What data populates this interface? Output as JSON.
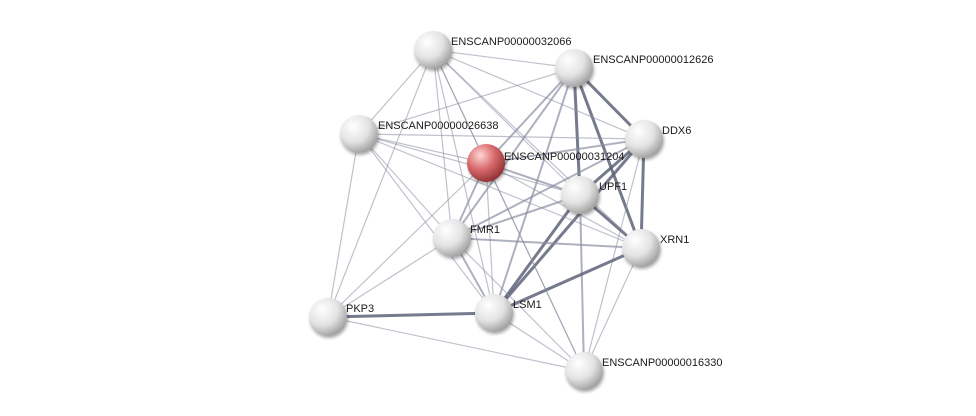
{
  "network": {
    "nodes": [
      {
        "id": "n32066",
        "label": "ENSCANP00000032066",
        "query": false
      },
      {
        "id": "n12626",
        "label": "ENSCANP00000012626",
        "query": false
      },
      {
        "id": "n26638",
        "label": "ENSCANP00000026638",
        "query": false
      },
      {
        "id": "nq",
        "label": "ENSCANP00000031204",
        "query": true
      },
      {
        "id": "ddx6",
        "label": "DDX6",
        "query": false
      },
      {
        "id": "upf1",
        "label": "UPF1",
        "query": false
      },
      {
        "id": "fmr1",
        "label": "FMR1",
        "query": false
      },
      {
        "id": "xrn1",
        "label": "XRN1",
        "query": false
      },
      {
        "id": "pkp3",
        "label": "PKP3",
        "query": false
      },
      {
        "id": "lsm1",
        "label": "LSM1",
        "query": false
      },
      {
        "id": "n16330",
        "label": "ENSCANP00000016330",
        "query": false
      }
    ],
    "edges": [
      {
        "a": "n12626",
        "b": "ddx6",
        "w": 3
      },
      {
        "a": "n12626",
        "b": "upf1",
        "w": 3
      },
      {
        "a": "n12626",
        "b": "xrn1",
        "w": 3
      },
      {
        "a": "n12626",
        "b": "lsm1",
        "w": 2
      },
      {
        "a": "n12626",
        "b": "nq",
        "w": 2
      },
      {
        "a": "n12626",
        "b": "fmr1",
        "w": 2
      },
      {
        "a": "n12626",
        "b": "n32066",
        "w": 1
      },
      {
        "a": "n12626",
        "b": "n26638",
        "w": 1
      },
      {
        "a": "ddx6",
        "b": "upf1",
        "w": 3
      },
      {
        "a": "ddx6",
        "b": "xrn1",
        "w": 3
      },
      {
        "a": "ddx6",
        "b": "lsm1",
        "w": 3
      },
      {
        "a": "ddx6",
        "b": "nq",
        "w": 2
      },
      {
        "a": "ddx6",
        "b": "fmr1",
        "w": 2
      },
      {
        "a": "ddx6",
        "b": "n32066",
        "w": 1
      },
      {
        "a": "ddx6",
        "b": "n26638",
        "w": 1
      },
      {
        "a": "ddx6",
        "b": "n16330",
        "w": 1
      },
      {
        "a": "upf1",
        "b": "xrn1",
        "w": 3
      },
      {
        "a": "upf1",
        "b": "lsm1",
        "w": 3
      },
      {
        "a": "upf1",
        "b": "fmr1",
        "w": 2
      },
      {
        "a": "upf1",
        "b": "nq",
        "w": 2
      },
      {
        "a": "upf1",
        "b": "n16330",
        "w": 2
      },
      {
        "a": "upf1",
        "b": "n26638",
        "w": 1
      },
      {
        "a": "upf1",
        "b": "n32066",
        "w": 1
      },
      {
        "a": "xrn1",
        "b": "lsm1",
        "w": 3
      },
      {
        "a": "xrn1",
        "b": "fmr1",
        "w": 2
      },
      {
        "a": "xrn1",
        "b": "nq",
        "w": 1
      },
      {
        "a": "xrn1",
        "b": "n16330",
        "w": 1
      },
      {
        "a": "xrn1",
        "b": "n26638",
        "w": 1
      },
      {
        "a": "xrn1",
        "b": "n32066",
        "w": 1
      },
      {
        "a": "lsm1",
        "b": "pkp3",
        "w": 3
      },
      {
        "a": "lsm1",
        "b": "fmr1",
        "w": 2
      },
      {
        "a": "lsm1",
        "b": "nq",
        "w": 1
      },
      {
        "a": "lsm1",
        "b": "n16330",
        "w": 1
      },
      {
        "a": "lsm1",
        "b": "n26638",
        "w": 1
      },
      {
        "a": "lsm1",
        "b": "n32066",
        "w": 1
      },
      {
        "a": "fmr1",
        "b": "nq",
        "w": 2
      },
      {
        "a": "fmr1",
        "b": "pkp3",
        "w": 1
      },
      {
        "a": "fmr1",
        "b": "n26638",
        "w": 1
      },
      {
        "a": "fmr1",
        "b": "n32066",
        "w": 1
      },
      {
        "a": "fmr1",
        "b": "n16330",
        "w": 1
      },
      {
        "a": "pkp3",
        "b": "n26638",
        "w": 1
      },
      {
        "a": "pkp3",
        "b": "nq",
        "w": 1
      },
      {
        "a": "pkp3",
        "b": "n16330",
        "w": 1
      },
      {
        "a": "pkp3",
        "b": "n32066",
        "w": 1
      },
      {
        "a": "nq",
        "b": "n32066",
        "w": 1
      },
      {
        "a": "nq",
        "b": "n26638",
        "w": 1
      },
      {
        "a": "nq",
        "b": "n16330",
        "w": 1
      },
      {
        "a": "n26638",
        "b": "n32066",
        "w": 1
      },
      {
        "a": "n32066",
        "b": "n16330",
        "w": 1
      }
    ],
    "colors": {
      "edge": "#8a8fa3",
      "edge_strong": "#5d6378",
      "node": "#e8e8e8",
      "query_node": "#d0595c"
    }
  }
}
